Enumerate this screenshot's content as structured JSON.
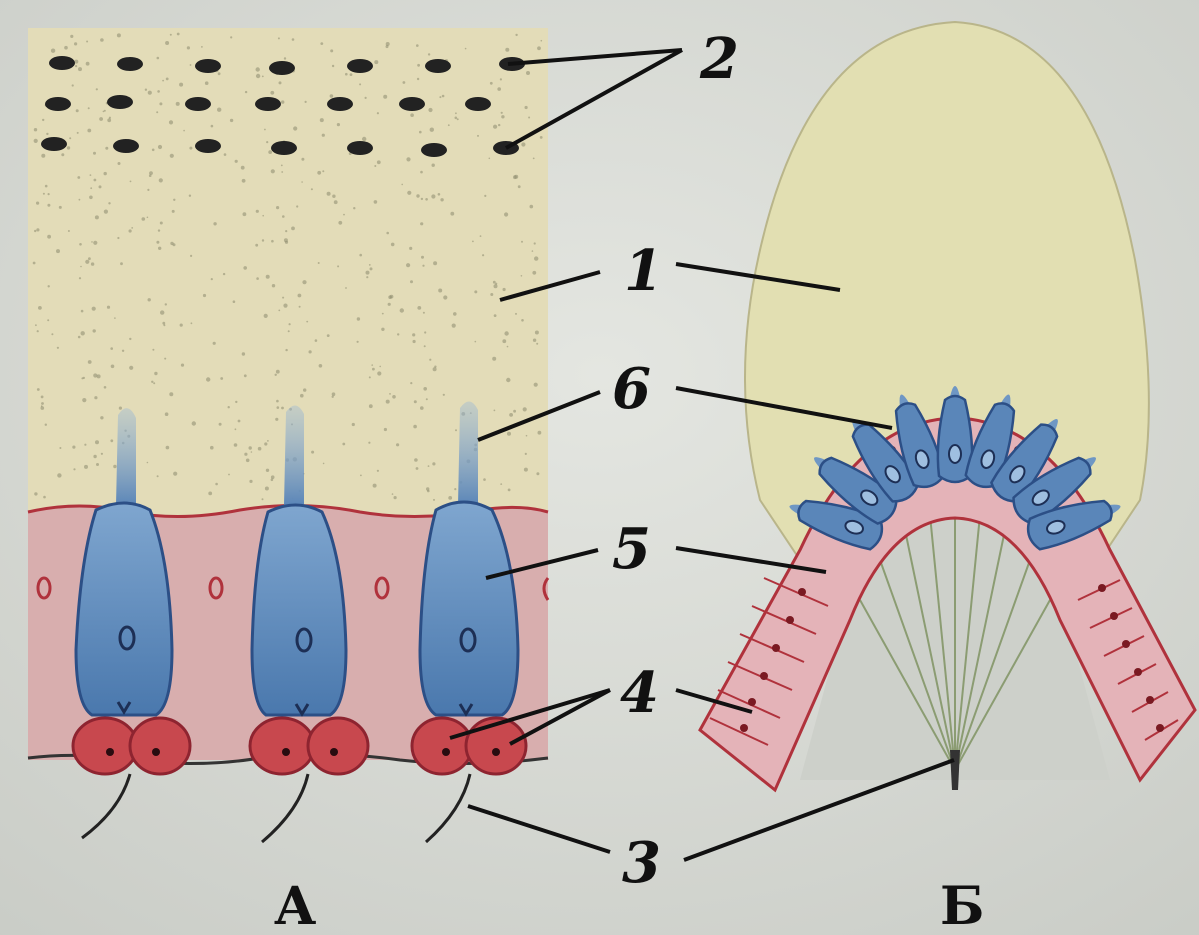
{
  "figure": {
    "panel_a_label": "А",
    "panel_b_label": "Б",
    "callouts": {
      "label_1": "1",
      "label_2": "2",
      "label_3": "3",
      "label_4": "4",
      "label_5": "5",
      "label_6": "6"
    },
    "colors": {
      "background": "#d9dcd6",
      "otolithic_membrane": "#e3dcb8",
      "cupula": "#e2dfb2",
      "supporting_epithelium": "#d8aeae",
      "hair_cell": "#4f7fb5",
      "nerve_ending": "#c8484e",
      "outline": "#b0323c"
    }
  }
}
